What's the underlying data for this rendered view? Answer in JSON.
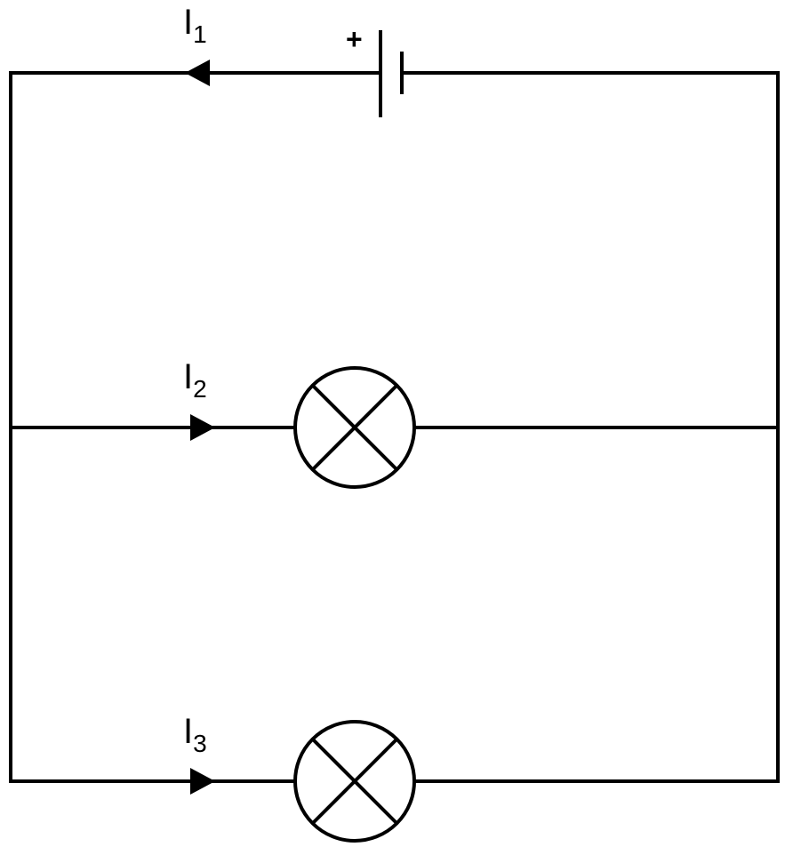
{
  "diagram": {
    "battery": {
      "polarity_label": "+"
    },
    "currents": [
      {
        "symbol": "I",
        "subscript": "1",
        "direction": "left"
      },
      {
        "symbol": "I",
        "subscript": "2",
        "direction": "right"
      },
      {
        "symbol": "I",
        "subscript": "3",
        "direction": "right"
      }
    ],
    "lamps": [
      {
        "symbol": "lamp"
      },
      {
        "symbol": "lamp"
      }
    ]
  }
}
